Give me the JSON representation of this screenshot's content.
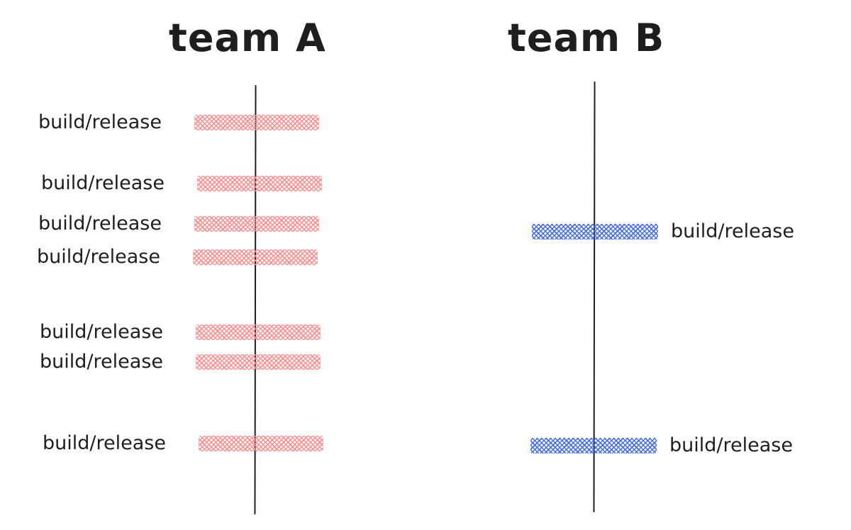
{
  "teams": [
    {
      "title": "team A",
      "bar_color": "#ff8a8a",
      "events": [
        {
          "label": "build/release"
        },
        {
          "label": "build/release"
        },
        {
          "label": "build/release"
        },
        {
          "label": "build/release"
        },
        {
          "label": "build/release"
        },
        {
          "label": "build/release"
        },
        {
          "label": "build/release"
        }
      ]
    },
    {
      "title": "team B",
      "bar_color": "#4068e6",
      "events": [
        {
          "label": "build/release"
        },
        {
          "label": "build/release"
        }
      ]
    }
  ]
}
